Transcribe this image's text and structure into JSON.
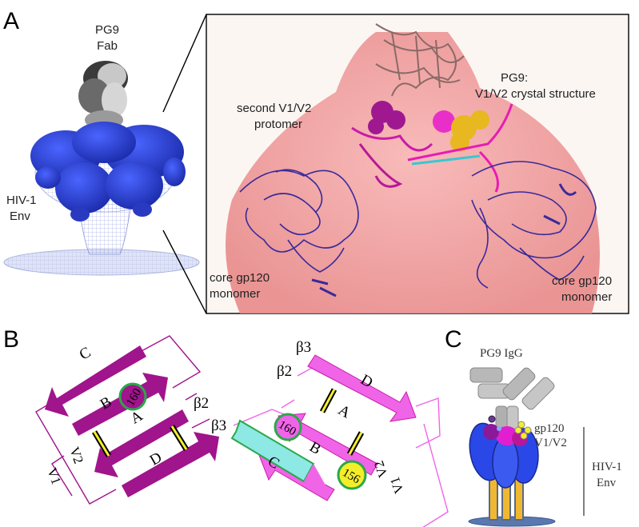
{
  "panels": {
    "a": "A",
    "b": "B",
    "c": "C"
  },
  "panel_a": {
    "pg9_fab_line1": "PG9",
    "pg9_fab_line2": "Fab",
    "hiv_env_line1": "HIV-1",
    "hiv_env_line2": "Env",
    "second_protomer_line1": "second V1/V2",
    "second_protomer_line2": "protomer",
    "pg9_crystal_line1": "PG9:",
    "pg9_crystal_line2": "V1/V2 crystal structure",
    "core_left_line1": "core gp120",
    "core_left_line2": "monomer",
    "core_right_line1": "core gp120",
    "core_right_line2": "monomer"
  },
  "panel_b": {
    "left": {
      "strand_c": "C",
      "strand_b": "B",
      "strand_a": "A",
      "strand_d": "D",
      "beta2": "β2",
      "beta3": "β3",
      "v2": "V2",
      "v1": "V1",
      "residue_160": "160"
    },
    "right": {
      "strand_d": "D",
      "strand_a": "A",
      "strand_b": "B",
      "strand_c": "C",
      "beta3": "β3",
      "beta2": "β2",
      "v2": "V2",
      "v1": "V1",
      "residue_160": "160",
      "residue_156": "156"
    }
  },
  "panel_c": {
    "pg9_igg": "PG9 IgG",
    "gp120_line1": "gp120",
    "gp120_line2": "V1/V2",
    "hiv_env_line1": "HIV-1",
    "hiv_env_line2": "Env"
  },
  "colors": {
    "magenta_dark": "#a0148c",
    "magenta_light": "#f064e8",
    "cyan": "#8ee8e4",
    "green_ring": "#2aa84a",
    "yellow": "#f4ee2a",
    "blue_env": "#2238c8",
    "pink_density": "#f4a0a0",
    "gray_fab": "#9a9a9a"
  }
}
